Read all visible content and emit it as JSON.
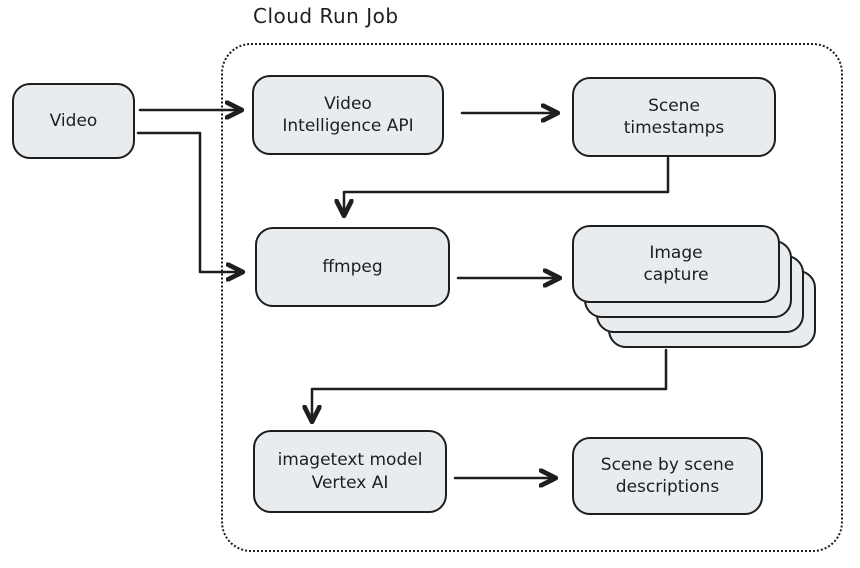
{
  "title": "Cloud Run Job",
  "colors": {
    "node_fill": "#e9ecef",
    "stroke": "#1e1e1e",
    "background": "#ffffff"
  },
  "container": {
    "label": "Cloud Run Job",
    "style": "dotted-rounded-rectangle"
  },
  "nodes": {
    "video": {
      "label": "Video",
      "inside_container": false
    },
    "video_intelligence": {
      "label": "Video\nIntelligence API",
      "inside_container": true
    },
    "scene_timestamps": {
      "label": "Scene\ntimestamps",
      "inside_container": true
    },
    "ffmpeg": {
      "label": "ffmpeg",
      "inside_container": true
    },
    "image_capture": {
      "label": "Image\ncapture",
      "inside_container": true,
      "stacked_cards": 4
    },
    "imagetext_model": {
      "label": "imagetext model\nVertex AI",
      "inside_container": true
    },
    "scene_descriptions": {
      "label": "Scene by scene\ndescriptions",
      "inside_container": true
    }
  },
  "edges": [
    {
      "from": "video",
      "to": "video_intelligence",
      "shape": "straight"
    },
    {
      "from": "video",
      "to": "ffmpeg",
      "shape": "elbow"
    },
    {
      "from": "video_intelligence",
      "to": "scene_timestamps",
      "shape": "straight"
    },
    {
      "from": "scene_timestamps",
      "to": "ffmpeg",
      "shape": "elbow"
    },
    {
      "from": "ffmpeg",
      "to": "image_capture",
      "shape": "straight"
    },
    {
      "from": "image_capture",
      "to": "imagetext_model",
      "shape": "elbow"
    },
    {
      "from": "imagetext_model",
      "to": "scene_descriptions",
      "shape": "straight"
    }
  ]
}
